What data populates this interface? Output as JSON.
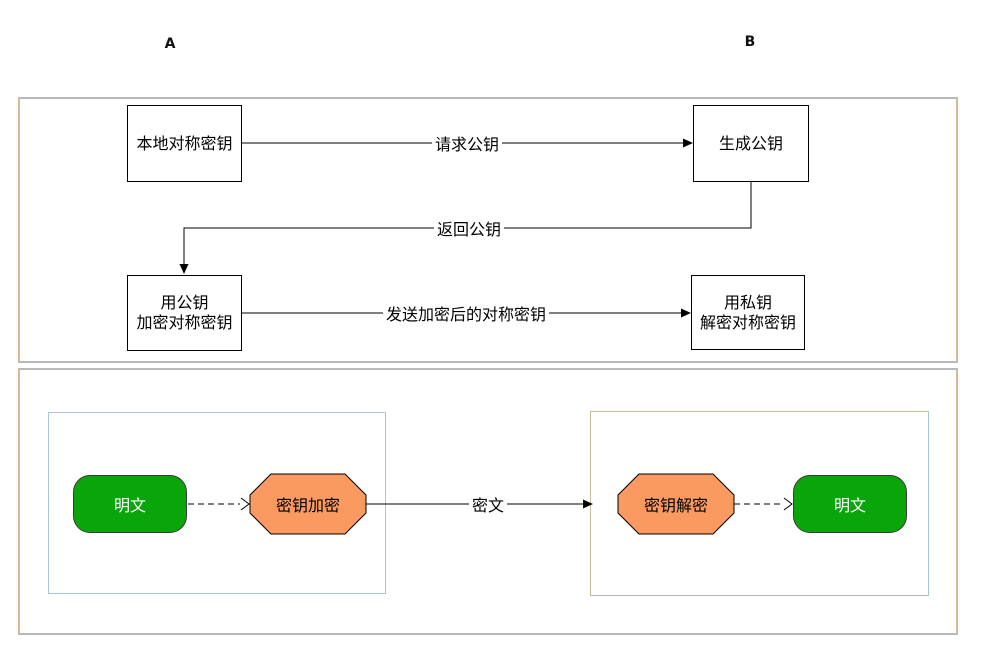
{
  "actors": {
    "a": "A",
    "b": "B"
  },
  "key_exchange": {
    "node_local_key": "本地对称密钥",
    "node_generate_public_key": "生成公钥",
    "node_encrypt_line1": "用公钥",
    "node_encrypt_line2": "加密对称密钥",
    "node_decrypt_line1": "用私钥",
    "node_decrypt_line2": "解密对称密钥",
    "edge_request_public_key": "请求公钥",
    "edge_return_public_key": "返回公钥",
    "edge_send_encrypted_key": "发送加密后的对称密钥"
  },
  "data_flow": {
    "plaintext_left": "明文",
    "encrypt_process": "密钥加密",
    "edge_ciphertext": "密文",
    "decrypt_process": "密钥解密",
    "plaintext_right": "明文"
  },
  "colors": {
    "plaintext_fill": "#0aa50a",
    "process_fill": "#fa9a61",
    "section_border_horizontal": "#b9b9b9",
    "section_border_vertical": "#d4b995",
    "group_border_blue": "#a9c5d6",
    "group_border_tan": "#c8b99b",
    "connector": "#000000"
  }
}
